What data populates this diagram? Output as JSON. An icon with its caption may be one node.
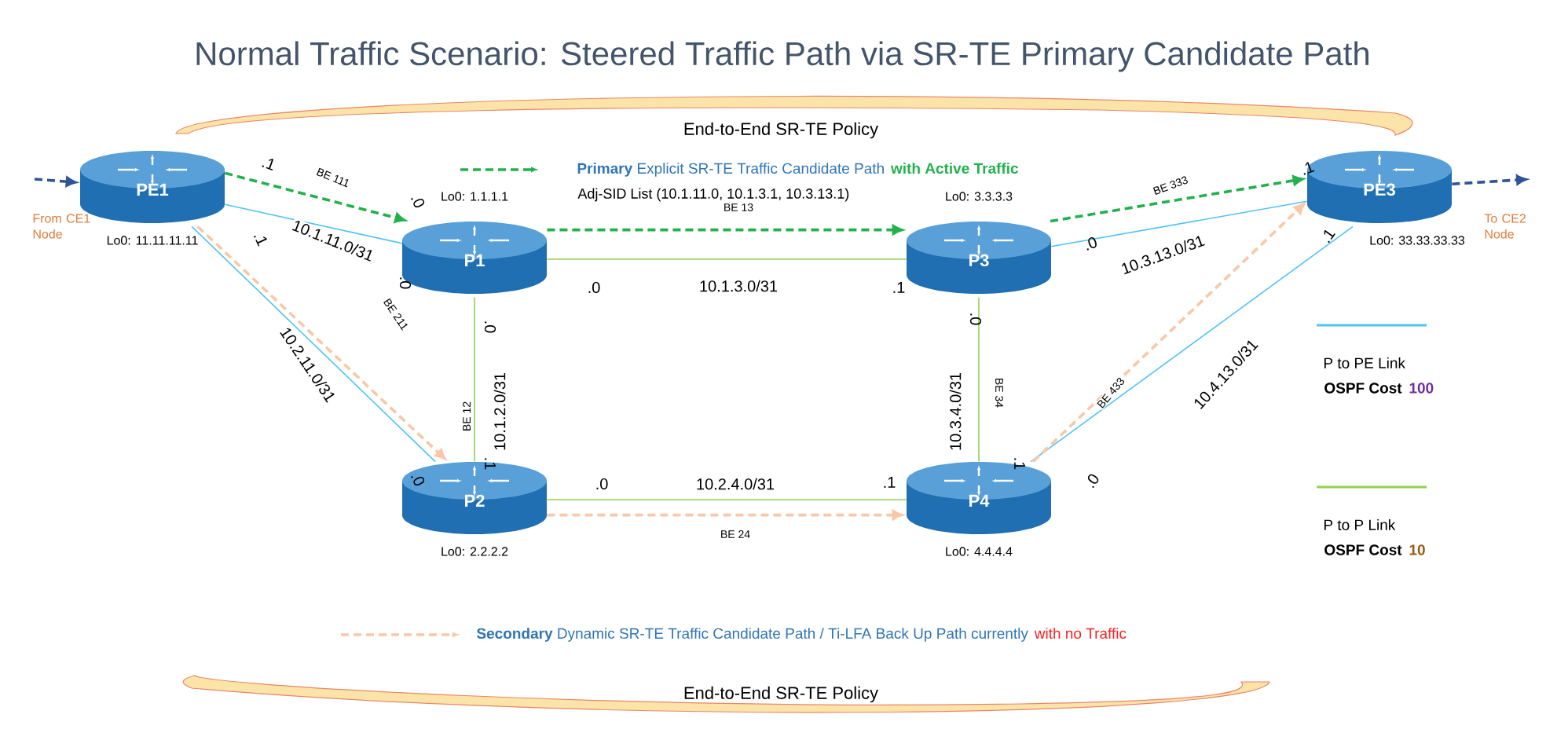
{
  "diagram": {
    "title": "Normal Traffic Scenario: Steered Traffic Path via SR-TE Primary Candidate Path",
    "nodes": [
      {
        "text": [
          "PE1"
        ],
        "beside": [
          "Lo0: 11.11.11.11"
        ]
      },
      {
        "text": [
          "P1"
        ],
        "beside": [
          "Lo0: 1.1.1.1"
        ]
      },
      {
        "text": [
          "P2"
        ],
        "beside": [
          "Lo0: 2.2.2.2"
        ]
      },
      {
        "text": [
          "P3"
        ],
        "beside": [
          "Lo0: 3.3.3.3"
        ]
      },
      {
        "text": [
          "P4"
        ],
        "beside": [
          "Lo0: 4.4.4.4"
        ]
      },
      {
        "text": [
          "PE3"
        ],
        "beside": [
          "Lo0: 33.33.33.33"
        ]
      }
    ],
    "edges": [
      {
        "from": 0,
        "to": 1,
        "arrow": "none",
        "label": "10.1.11.0/31",
        "color": "#4fc3f7"
      },
      {
        "from": 0,
        "to": 2,
        "arrow": "none",
        "label": "10.2.11.0/31",
        "color": "#4fc3f7"
      },
      {
        "from": 1,
        "to": 3,
        "arrow": "none",
        "label": "10.1.3.0/31",
        "color": "#92d050"
      },
      {
        "from": 1,
        "to": 2,
        "arrow": "none",
        "label": "10.1.2.0/31",
        "color": "#92d050"
      },
      {
        "from": 3,
        "to": 4,
        "arrow": "none",
        "label": "10.3.4.0/31",
        "color": "#92d050"
      },
      {
        "from": 2,
        "to": 4,
        "arrow": "none",
        "label": "10.2.4.0/31",
        "color": "#92d050"
      },
      {
        "from": 3,
        "to": 5,
        "arrow": "none",
        "label": "10.3.13.0/31",
        "color": "#4fc3f7"
      },
      {
        "from": 4,
        "to": 5,
        "arrow": "none",
        "label": "10.4.13.0/31",
        "color": "#4fc3f7"
      },
      {
        "from": 0,
        "to": 1,
        "arrow": "to",
        "label": "BE 111",
        "style": "dashed",
        "color": "#22b14c"
      },
      {
        "from": 1,
        "to": 3,
        "arrow": "to",
        "label": "BE 13",
        "style": "dashed",
        "color": "#22b14c"
      },
      {
        "from": 3,
        "to": 5,
        "arrow": "to",
        "label": "BE 333",
        "style": "dashed",
        "color": "#22b14c"
      },
      {
        "from": 0,
        "to": 2,
        "arrow": "to",
        "label": "BE 211",
        "style": "dashed",
        "color": "#f8c8a8"
      },
      {
        "from": 2,
        "to": 4,
        "arrow": "to",
        "label": "BE 24",
        "style": "dashed",
        "color": "#f8c8a8"
      },
      {
        "from": 4,
        "to": 5,
        "arrow": "to",
        "label": "BE 433",
        "style": "dashed",
        "color": "#f8c8a8"
      },
      {
        "from": null,
        "to": 0,
        "arrow": "to",
        "style": "dashed",
        "color": "#2f5597"
      },
      {
        "from": 5,
        "to": null,
        "arrow": "to",
        "style": "dashed",
        "color": "#2f5597"
      }
    ],
    "labels": [
      "End-to-End SR-TE Policy",
      "with Active Traffic",
      "Adj-SID List (10.1.11.0, 10.1.3.1, 10.3.13.1)",
      ".1",
      ".0",
      ".1",
      ".0",
      ".1",
      ".0",
      ".1",
      ".0",
      ".1",
      "BE 12",
      ".0",
      ".0",
      "BE 34",
      ".1",
      ".1",
      ".0",
      ".0",
      ".1",
      ".0",
      "with no Traffic",
      "End-to-End SR-TE Policy",
      "OSPF Cost",
      "100",
      "OSPF Cost",
      "10",
      "From CE1 Node",
      "To CE2 Node"
    ],
    "legend": [
      {
        "text": "**Primary** Explicit SR-TE Traffic Candidate Path"
      },
      {
        "text": "**Secondary** Dynamic SR-TE Traffic Candidate Path / Ti-LFA Back Up Path currently"
      },
      {
        "text": "P to PE Link"
      },
      {
        "text": "P to P Link"
      }
    ]
  }
}
